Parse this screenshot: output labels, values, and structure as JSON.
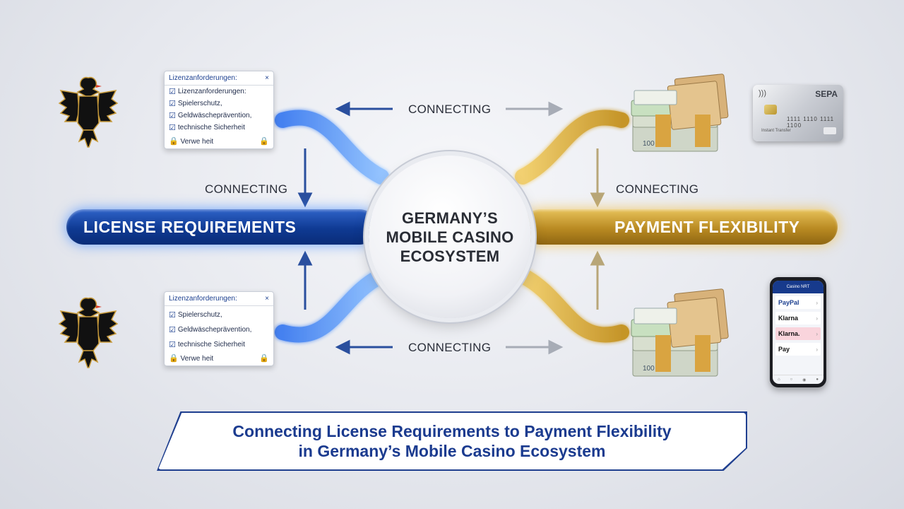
{
  "center": {
    "line1": "GERMANY’S",
    "line2": "MOBILE CASINO",
    "line3": "ECOSYSTEM"
  },
  "bars": {
    "left_label": "LICENSE REQUIREMENTS",
    "right_label": "PAYMENT FLEXIBILITY"
  },
  "connecting": {
    "top": "CONNECTING",
    "left": "CONNECTING",
    "right": "CONNECTING",
    "bottom": "CONNECTING"
  },
  "card_top": {
    "header": "Lizenzanforderungen:",
    "close": "×",
    "items": [
      "Lizenzanforderungen:",
      "Spielerschutz,",
      "Geldwäscheprävention,",
      "technische Sicherheit"
    ],
    "footer": "Verwe heit"
  },
  "card_bottom": {
    "header": "Lizenzanforderungen:",
    "close": "×",
    "items": [
      "Spielerschutz,",
      "Geldwäscheprävention,",
      "technische Sicherheit"
    ],
    "footer": "Verwe heit"
  },
  "sepa_card": {
    "title": "SEPA",
    "number": "1111 1110 1111 1100",
    "subtitle": "Instant Transfer"
  },
  "phone": {
    "header": "Casino NRT",
    "methods": [
      "PayPal",
      "Klarna",
      "Klarna.",
      "Pay"
    ]
  },
  "banner": {
    "line1": "Connecting License Requirements to Payment Flexibility",
    "line2": "in Germany’s Mobile Casino Ecosystem"
  },
  "colors": {
    "blue": "#0f3a93",
    "gold": "#b98a22",
    "banner_text": "#1b3b8f"
  }
}
